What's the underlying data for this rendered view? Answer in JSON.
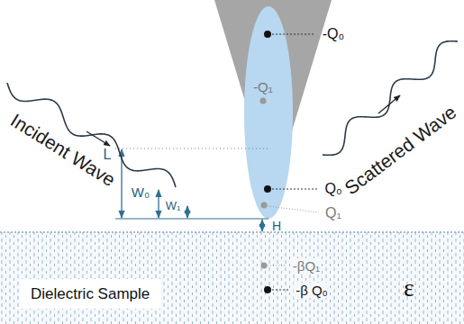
{
  "diagram": {
    "nodes": [
      {
        "text": [
          "Dielectric Sample",
          "ε"
        ]
      }
    ],
    "labels": [
      "Incident Wave",
      "Scattered Wave",
      "-Q₀",
      "-Q₁",
      "Q₀",
      "Q₁",
      "L",
      "W₀",
      "W₁",
      "H",
      "-βQ₁",
      "-β Q₀"
    ]
  }
}
